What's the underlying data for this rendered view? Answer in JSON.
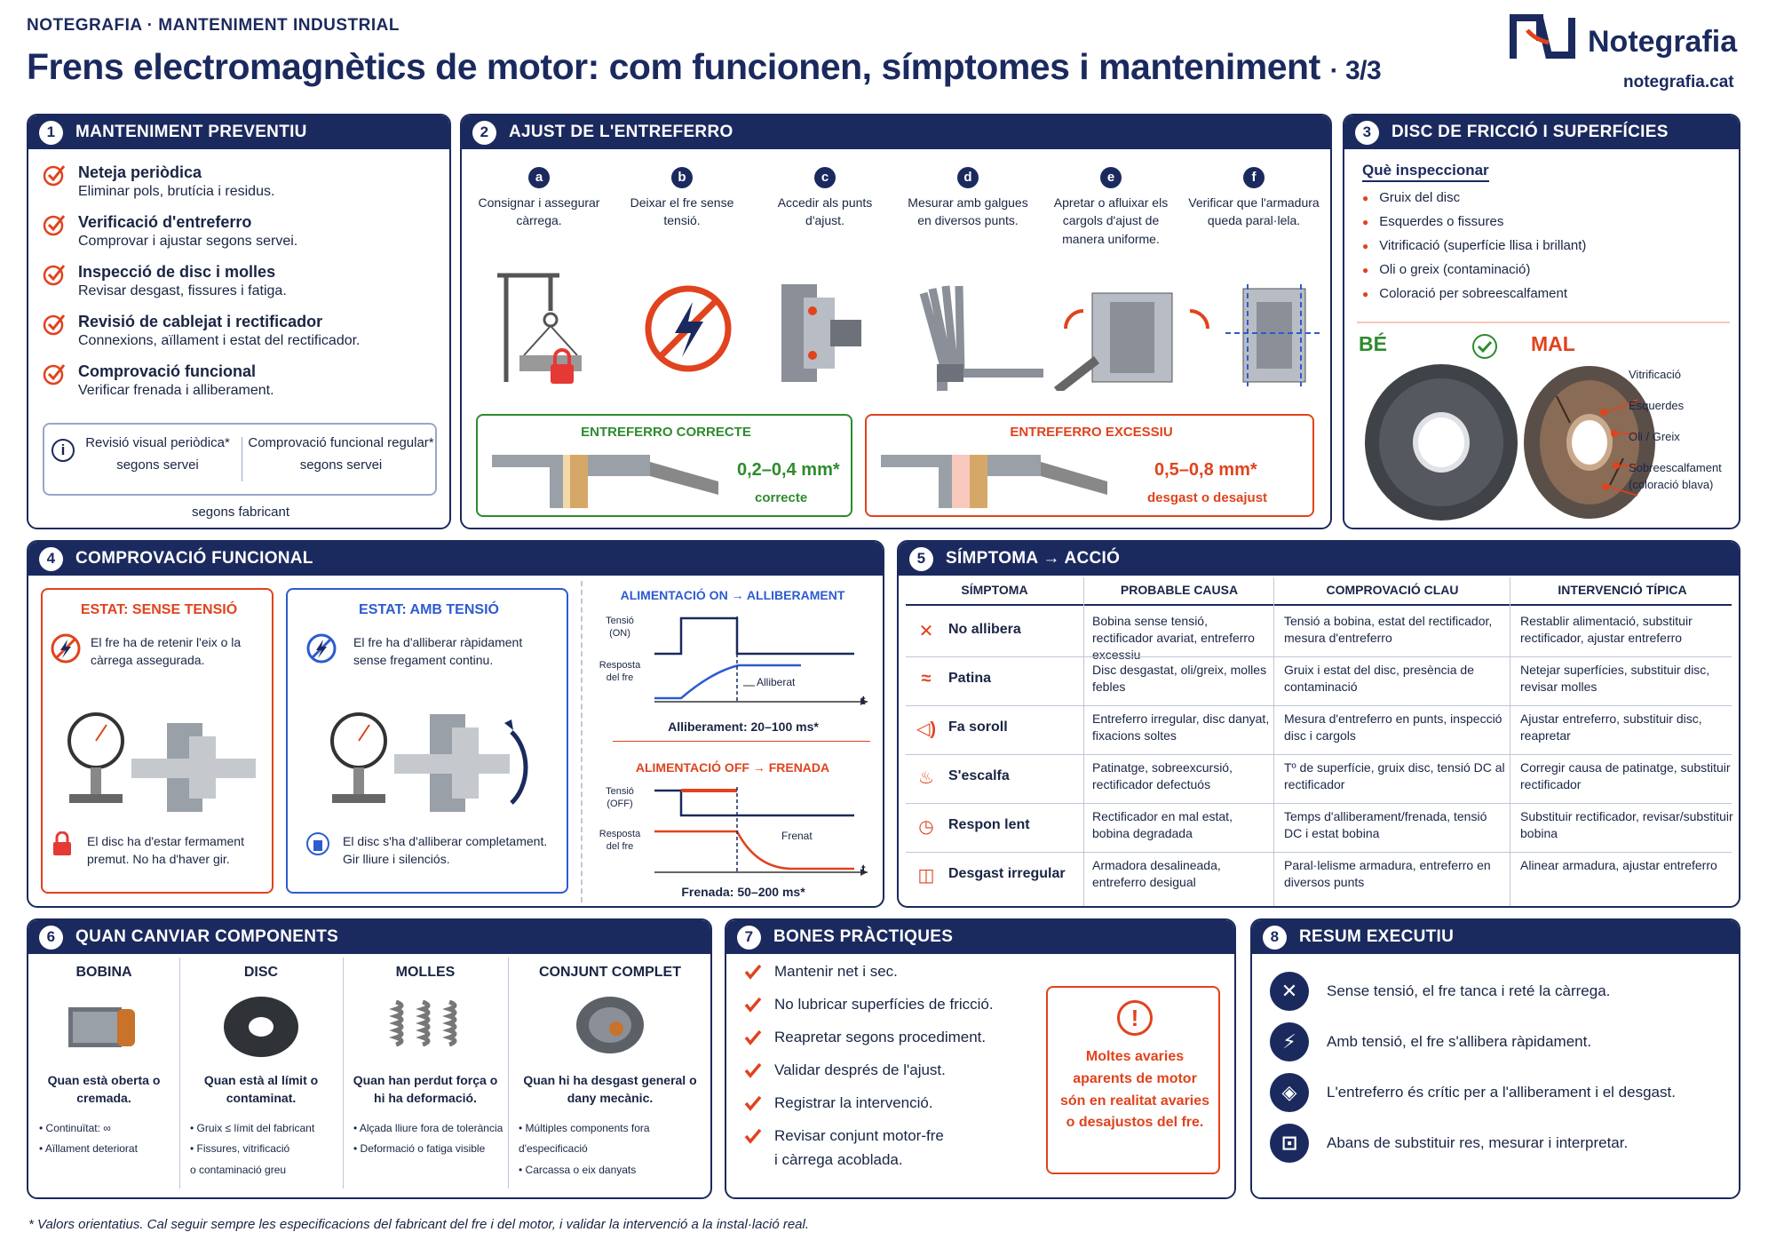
{
  "header": {
    "kicker": "NOTEGRAFIA · MANTENIMENT INDUSTRIAL",
    "title": "Frens electromagnètics de motor: com funcionen, símptomes i manteniment",
    "page": "· 3/3",
    "brand": "Notegrafia",
    "url": "notegrafia.cat"
  },
  "p1": {
    "num": "1",
    "title": "MANTENIMENT PREVENTIU",
    "items": [
      {
        "t": "Neteja periòdica",
        "d": "Eliminar pols, brutícia i residus."
      },
      {
        "t": "Verificació d'entreferro",
        "d": "Comprovar i ajustar segons servei."
      },
      {
        "t": "Inspecció de disc i molles",
        "d": "Revisar desgast, fissures i fatiga."
      },
      {
        "t": "Revisió de cablejat i rectificador",
        "d": "Connexions, aïllament i estat del rectificador."
      },
      {
        "t": "Comprovació funcional",
        "d": "Verificar frenada i alliberament."
      }
    ],
    "box_left_1": "Revisió visual periòdica*",
    "box_left_2": "segons servei",
    "box_right_1": "Comprovació funcional regular*",
    "box_right_2": "segons servei",
    "footer": "segons fabricant"
  },
  "p2": {
    "num": "2",
    "title": "AJUST DE L'ENTREFERRO",
    "steps": [
      {
        "letter": "a",
        "text": "Consignar i assegurar càrrega."
      },
      {
        "letter": "b",
        "text": "Deixar el fre sense tensió."
      },
      {
        "letter": "c",
        "text": "Accedir als punts d'ajust."
      },
      {
        "letter": "d",
        "text": "Mesurar amb galgues en diversos punts."
      },
      {
        "letter": "e",
        "text": "Apretar o afluixar els cargols d'ajust de manera uniforme."
      },
      {
        "letter": "f",
        "text": "Verificar que l'armadura queda paral·lela."
      }
    ],
    "good_title": "ENTREFERRO CORRECTE",
    "good_val": "0,2–0,4 mm*",
    "good_sub": "correcte",
    "bad_title": "ENTREFERRO EXCESSIU",
    "bad_val": "0,5–0,8 mm*",
    "bad_sub": "desgast o desajust"
  },
  "p3": {
    "num": "3",
    "title": "DISC DE FRICCIÓ I SUPERFÍCIES",
    "sub": "Què inspeccionar",
    "items": [
      "Gruix del disc",
      "Esquerdes o fissures",
      "Vitrificació (superfície llisa i brillant)",
      "Oli o greix (contaminació)",
      "Coloració per sobreescalfament"
    ],
    "good": "BÉ",
    "bad": "MAL",
    "labels": [
      "Vitrificació",
      "Esquerdes",
      "Oli / Greix",
      "Sobreescalfament",
      "(coloració blava)"
    ]
  },
  "p4": {
    "num": "4",
    "title": "COMPROVACIÓ FUNCIONAL",
    "a_title": "ESTAT: SENSE TENSIÓ",
    "a_text": "El fre ha de retenir l'eix o la càrrega assegurada.",
    "a_foot": "El disc ha d'estar fermament premut. No ha d'haver gir.",
    "b_title": "ESTAT: AMB TENSIÓ",
    "b_text": "El fre ha d'alliberar ràpidament sense fregament continu.",
    "b_foot": "El disc s'ha d'alliberar completament. Gir lliure i silenciós.",
    "on_title": "ALIMENTACIÓ ON → ALLIBERAMENT",
    "on_y1": "Tensió",
    "on_y1b": "(ON)",
    "on_y2": "Resposta",
    "on_y2b": "del fre",
    "on_lbl": "Alliberat",
    "on_t": "t",
    "on_foot": "Alliberament: 20–100 ms*",
    "off_title": "ALIMENTACIÓ OFF → FRENADA",
    "off_y1": "Tensió",
    "off_y1b": "(OFF)",
    "off_y2": "Resposta",
    "off_y2b": "del fre",
    "off_lbl": "Frenat",
    "off_t": "t",
    "off_foot": "Frenada: 50–200 ms*"
  },
  "p5": {
    "num": "5",
    "title": "SÍMPTOMA → ACCIÓ",
    "cols": [
      "SÍMPTOMA",
      "PROBABLE CAUSA",
      "COMPROVACIÓ CLAU",
      "INTERVENCIÓ TÍPICA"
    ],
    "rows": [
      {
        "s": "No allibera",
        "c": "Bobina sense tensió, rectificador avariat, entreferro excessiu",
        "k": "Tensió a bobina, estat del rectificador, mesura d'entreferro",
        "i": "Restablir alimentació, substituir rectificador, ajustar entreferro"
      },
      {
        "s": "Patina",
        "c": "Disc desgastat, oli/greix, molles febles",
        "k": "Gruix i estat del disc, presència de contaminació",
        "i": "Netejar superfícies, substituir disc, revisar molles"
      },
      {
        "s": "Fa soroll",
        "c": "Entreferro irregular, disc danyat, fixacions soltes",
        "k": "Mesura d'entreferro en punts, inspecció disc i cargols",
        "i": "Ajustar entreferro, substituir disc, reapretar"
      },
      {
        "s": "S'escalfa",
        "c": "Patinatge, sobreexcursió, rectificador defectuós",
        "k": "Tº de superfície, gruix disc, tensió DC al rectificador",
        "i": "Corregir causa de patinatge, substituir rectificador"
      },
      {
        "s": "Respon lent",
        "c": "Rectificador en mal estat, bobina degradada",
        "k": "Temps d'alliberament/frenada, tensió DC i estat bobina",
        "i": "Substituir rectificador, revisar/substituir bobina"
      },
      {
        "s": "Desgast irregular",
        "c": "Armadora desalineada, entreferro desigual",
        "k": "Paral·lelisme armadura, entreferro en diversos punts",
        "i": "Alinear armadura, ajustar entreferro"
      }
    ]
  },
  "p6": {
    "num": "6",
    "title": "QUAN CANVIAR COMPONENTS",
    "cols": [
      {
        "h": "BOBINA",
        "w": "Quan està oberta o cremada.",
        "b1": "• Continuïtat: ∞",
        "b2": "• Aïllament deteriorat",
        "b3": ""
      },
      {
        "h": "DISC",
        "w": "Quan està al límit o contaminat.",
        "b1": "• Gruix ≤ límit del fabricant",
        "b2": "• Fissures, vitrificació",
        "b3": "o contaminació greu"
      },
      {
        "h": "MOLLES",
        "w": "Quan han perdut força o hi ha deformació.",
        "b1": "• Alçada lliure fora de tolerància",
        "b2": "• Deformació o fatiga visible",
        "b3": ""
      },
      {
        "h": "CONJUNT COMPLET",
        "w": "Quan hi ha desgast general o dany mecànic.",
        "b1": "• Múltiples components fora",
        "b2": "d'especificació",
        "b3": "• Carcassa o eix danyats"
      }
    ]
  },
  "p7": {
    "num": "7",
    "title": "BONES PRÀCTIQUES",
    "items": [
      "Mantenir net i sec.",
      "No lubricar superfícies de fricció.",
      "Reapretar segons procediment.",
      "Validar després de l'ajust.",
      "Registrar la intervenció.",
      "Revisar conjunt motor-fre"
    ],
    "item6b": "i càrrega acoblada.",
    "warn": "Moltes avaries aparents de motor són en realitat avaries o desajustos del fre."
  },
  "p8": {
    "num": "8",
    "title": "RESUM EXECUTIU",
    "items": [
      "Sense tensió, el fre tanca i reté la càrrega.",
      "Amb tensió, el fre s'allibera ràpidament.",
      "L'entreferro és crític per a l'alliberament i el desgast.",
      "Abans de substituir res, mesurar i interpretar."
    ]
  },
  "footnote": "*  Valors orientatius. Cal seguir sempre les especificacions del fabricant del fre i del motor, i validar la intervenció a la instal·lació real.",
  "colors": {
    "navy": "#1b2a5e",
    "red": "#e0431d",
    "green": "#2e8b2e"
  }
}
